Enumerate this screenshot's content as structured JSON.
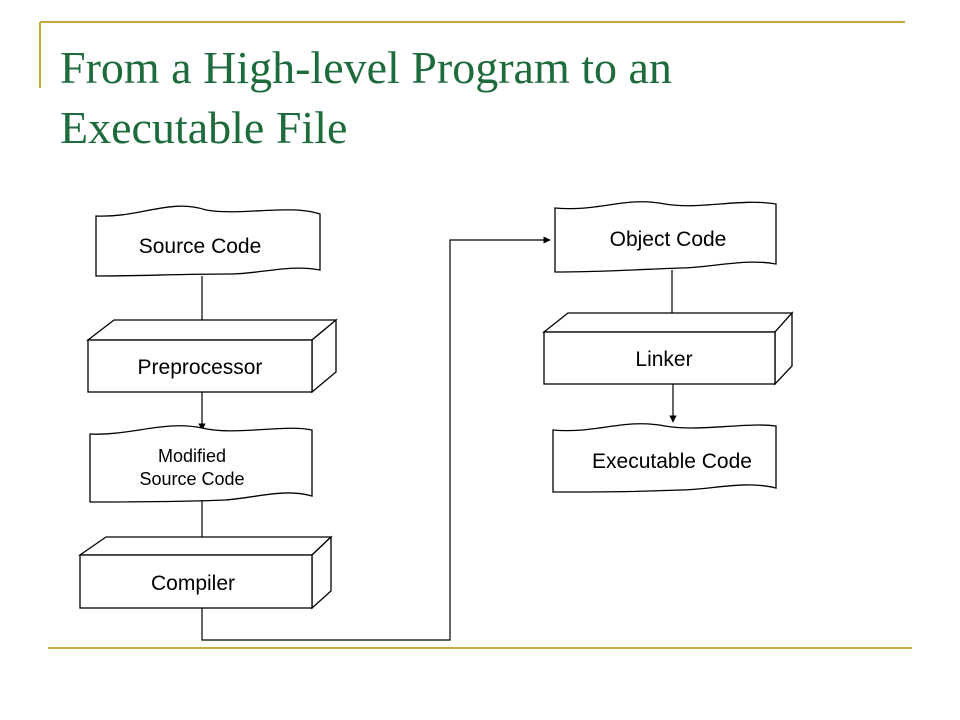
{
  "slide": {
    "title_line1": "From a High-level Program to an",
    "title_line2": "Executable File"
  },
  "diagram": {
    "source_code": "Source Code",
    "preprocessor": "Preprocessor",
    "modified_line1": "Modified",
    "modified_line2": "Source Code",
    "compiler": "Compiler",
    "object_code": "Object Code",
    "linker": "Linker",
    "executable_code": "Executable Code"
  },
  "colors": {
    "title": "#1e6b3c",
    "frame_accent": "#c8a93b",
    "stroke": "#000000"
  }
}
